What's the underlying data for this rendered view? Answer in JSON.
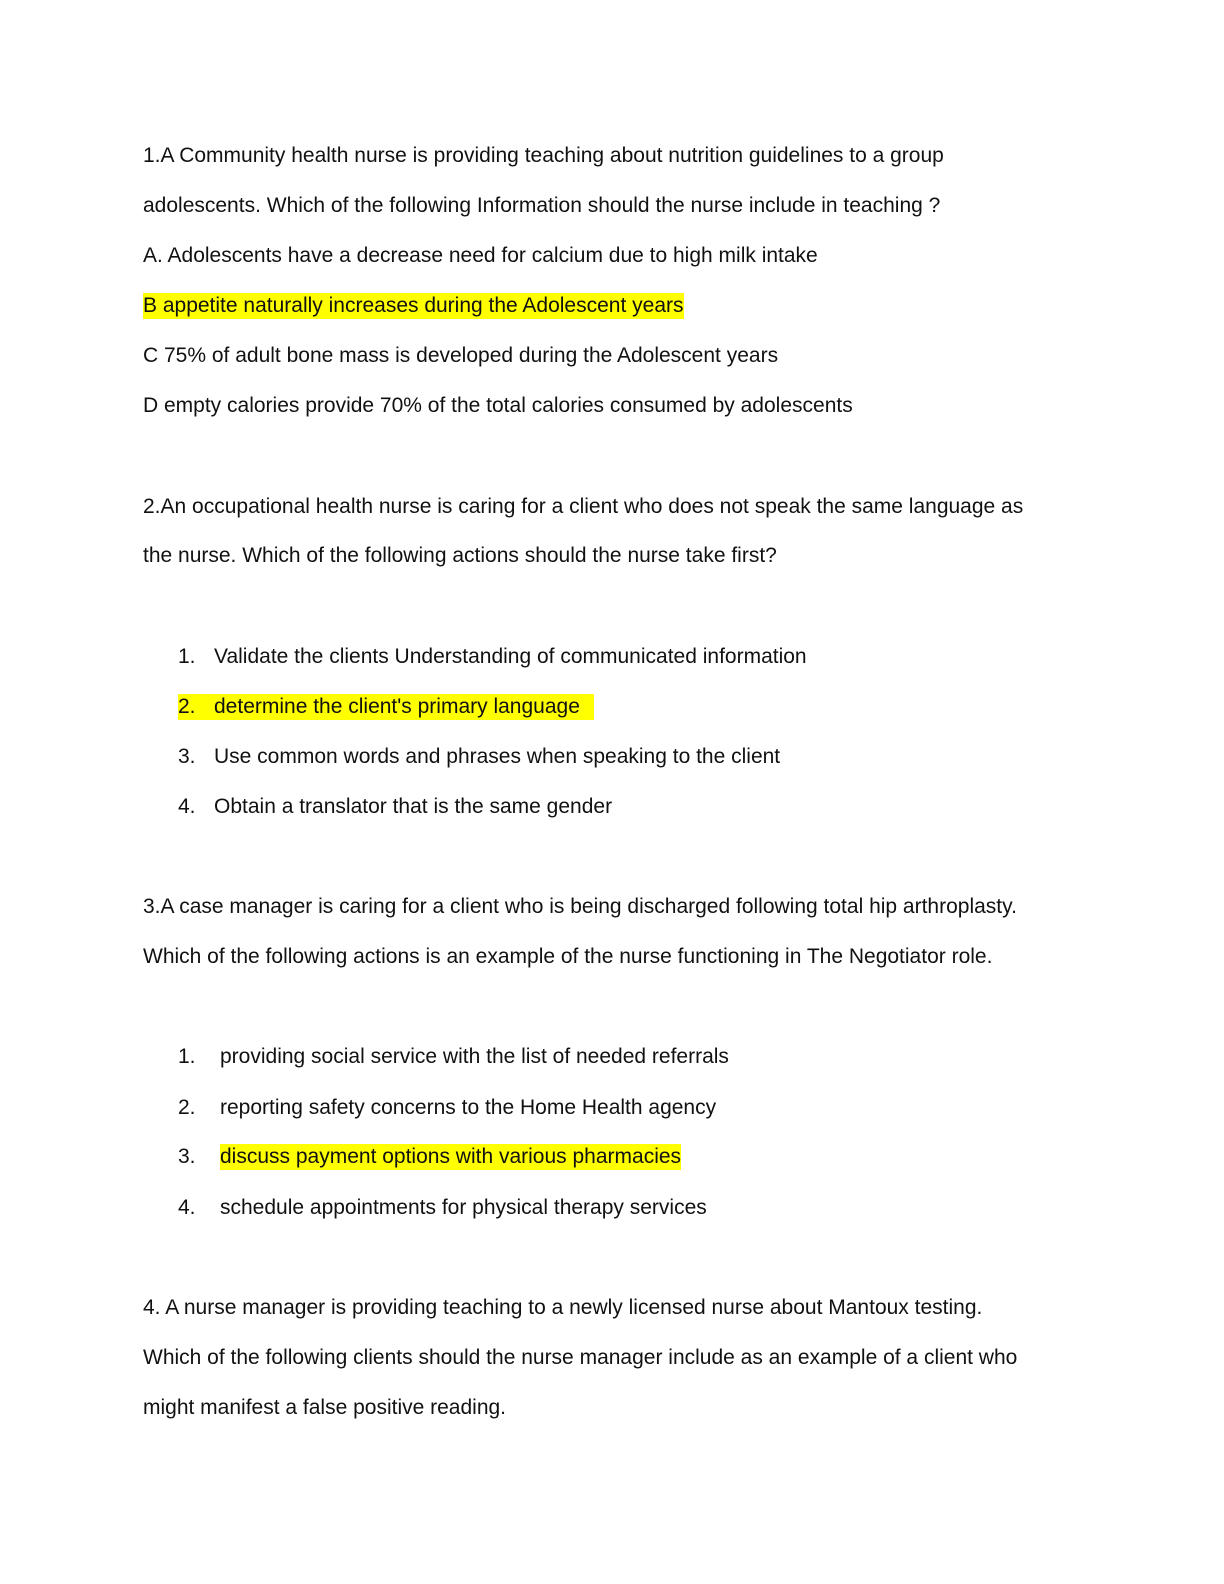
{
  "highlight_color": "#ffff00",
  "questions": [
    {
      "stem": [
        "1.A Community health nurse is providing teaching about nutrition guidelines to a group",
        "adolescents. Which of the following Information should the nurse include in teaching ?"
      ],
      "options": [
        {
          "text": " A. Adolescents have a decrease need for calcium due to high milk intake",
          "highlighted": false
        },
        {
          "text": " B appetite naturally increases during the Adolescent years",
          "highlighted": true
        },
        {
          "text": " C 75% of adult bone mass is developed during the Adolescent years",
          "highlighted": false
        },
        {
          "text": " D empty calories provide 70% of the total calories consumed by adolescents",
          "highlighted": false
        }
      ]
    },
    {
      "stem": [
        "2.An occupational health nurse is caring for a client who does not speak the same language as",
        "the nurse. Which of the following actions should the nurse take first?"
      ],
      "options": [
        {
          "number": "1.",
          "text": "Validate the clients  Understanding of communicated information",
          "highlighted": false
        },
        {
          "number": "2.",
          "text": "determine the client's primary language",
          "highlighted": true
        },
        {
          "number": "3.",
          "text": "Use common words and phrases when speaking to the client",
          "highlighted": false
        },
        {
          "number": "4.",
          "text": "Obtain a translator that is the same gender",
          "highlighted": false
        }
      ]
    },
    {
      "stem": [
        "3.A case manager is caring for a client who is being discharged following total hip arthroplasty.",
        "Which of the following actions is an example of the nurse functioning in The Negotiator role."
      ],
      "options": [
        {
          "number": "1.",
          "text": "providing social service with the list of needed referrals",
          "highlighted": false
        },
        {
          "number": "2.",
          "text": "reporting safety concerns to the Home Health agency",
          "highlighted": false
        },
        {
          "number": "3.",
          "text": "discuss payment options with various pharmacies",
          "highlighted": true
        },
        {
          "number": "4.",
          "text": "schedule appointments for physical therapy services",
          "highlighted": false
        }
      ]
    },
    {
      "stem": [
        "4. A nurse manager is providing teaching to a newly licensed nurse about Mantoux testing.",
        "Which of the following clients should the nurse manager include as an example of a client who",
        "might manifest a false positive reading."
      ],
      "options": []
    }
  ]
}
